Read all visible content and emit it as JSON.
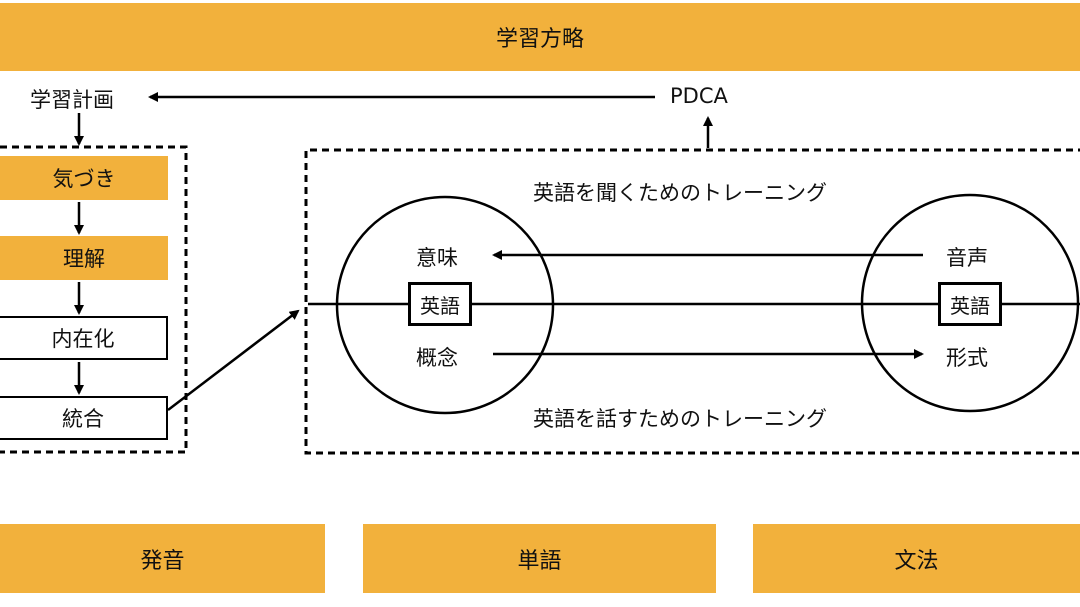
{
  "title": "学習方略",
  "colors": {
    "accent": "#F2B13C",
    "stroke": "#000000"
  },
  "planning": {
    "label": "学習計画",
    "feedback_label": "PDCA"
  },
  "process_steps": [
    {
      "label": "気づき",
      "highlighted": true
    },
    {
      "label": "理解",
      "highlighted": true
    },
    {
      "label": "内在化",
      "highlighted": false
    },
    {
      "label": "統合",
      "highlighted": false
    }
  ],
  "training": {
    "listening_label": "英語を聞くためのトレーニング",
    "speaking_label": "英語を話すためのトレーニング",
    "left_circle": {
      "top": "意味",
      "center": "英語",
      "bottom": "概念"
    },
    "right_circle": {
      "top": "音声",
      "center": "英語",
      "bottom": "形式"
    }
  },
  "foundations": [
    {
      "label": "発音"
    },
    {
      "label": "単語"
    },
    {
      "label": "文法"
    }
  ]
}
